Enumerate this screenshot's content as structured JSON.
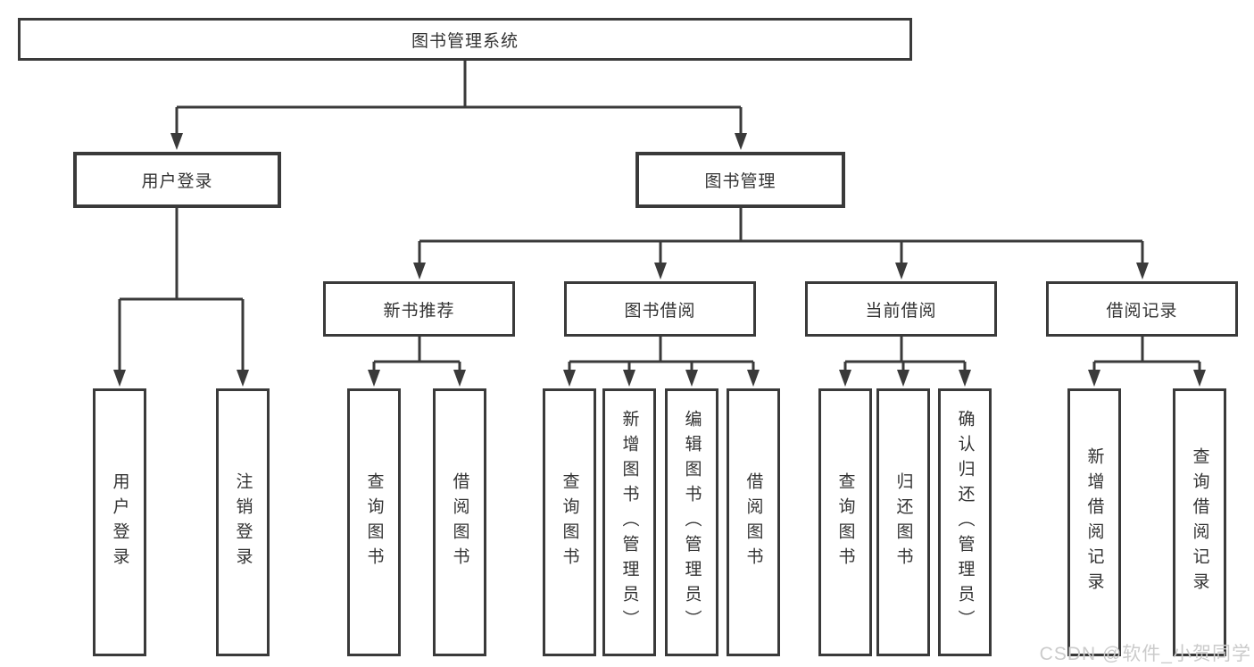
{
  "root": {
    "label": "图书管理系统"
  },
  "branches": [
    {
      "label": "用户登录",
      "children": [
        {
          "label": "用户登录"
        },
        {
          "label": "注销登录"
        }
      ]
    },
    {
      "label": "图书管理",
      "children": [
        {
          "label": "新书推荐",
          "children": [
            {
              "label": "查询图书"
            },
            {
              "label": "借阅图书"
            }
          ]
        },
        {
          "label": "图书借阅",
          "children": [
            {
              "label": "查询图书"
            },
            {
              "label": "新增图书（管理员）"
            },
            {
              "label": "编辑图书（管理员）"
            },
            {
              "label": "借阅图书"
            }
          ]
        },
        {
          "label": "当前借阅",
          "children": [
            {
              "label": "查询图书"
            },
            {
              "label": "归还图书"
            },
            {
              "label": "确认归还（管理员）"
            }
          ]
        },
        {
          "label": "借阅记录",
          "children": [
            {
              "label": "新增借阅记录"
            },
            {
              "label": "查询借阅记录"
            }
          ]
        }
      ]
    }
  ],
  "watermark": "CSDN @软件_小贺同学",
  "colors": {
    "line": "#3a3a3a",
    "text": "#333333",
    "watermark": "#cbcbcb",
    "background": "#ffffff"
  }
}
